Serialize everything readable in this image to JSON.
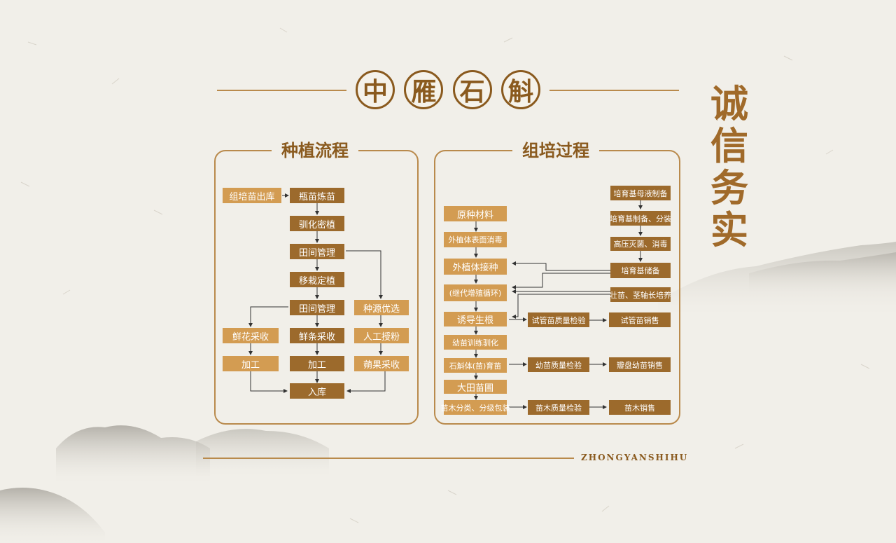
{
  "brand_title": [
    "中",
    "雁",
    "石",
    "斛"
  ],
  "slogan": [
    "诚",
    "信",
    "务",
    "实"
  ],
  "footer": "ZHONGYANSHIHU",
  "left_panel": {
    "title": "种植流程",
    "boxes": {
      "b1": "组培苗出库",
      "b2": "瓶苗炼苗",
      "b3": "驯化密植",
      "b4": "田间管理",
      "b5": "移栽定植",
      "b6": "田间管理",
      "b7": "种源优选",
      "b8": "鲜花采收",
      "b9": "鲜条采收",
      "b10": "人工授粉",
      "b11": "加工",
      "b12": "加工",
      "b13": "蒴果采收",
      "b14": "入库"
    }
  },
  "right_panel": {
    "title": "组培过程",
    "boxes": {
      "r1": "原种材料",
      "r2": "外植体表面消毒",
      "r3": "外植体接种",
      "r4": "(继代增殖循环)",
      "r5": "诱导生根",
      "r6": "幼苗训练驯化",
      "r7": "石斛体(苗)育苗",
      "r8": "大田苗圃",
      "r9": "苗木分类、分级包装",
      "q1": "试管苗质量检验",
      "q2": "幼苗质量检验",
      "q3": "苗木质量检验",
      "s1": "试管苗销售",
      "s2": "瓣盘幼苗销售",
      "s3": "苗木销售",
      "m1": "培育基母液制备",
      "m2": "培育基制备、分装",
      "m3": "高压灭菌、消毒",
      "m4": "培育基储备",
      "m5": "壮苗、茎轴长培养"
    }
  },
  "colors": {
    "dark_box": "#9c6a2c",
    "light_box": "#d39c52",
    "accent": "#b98a4c"
  }
}
